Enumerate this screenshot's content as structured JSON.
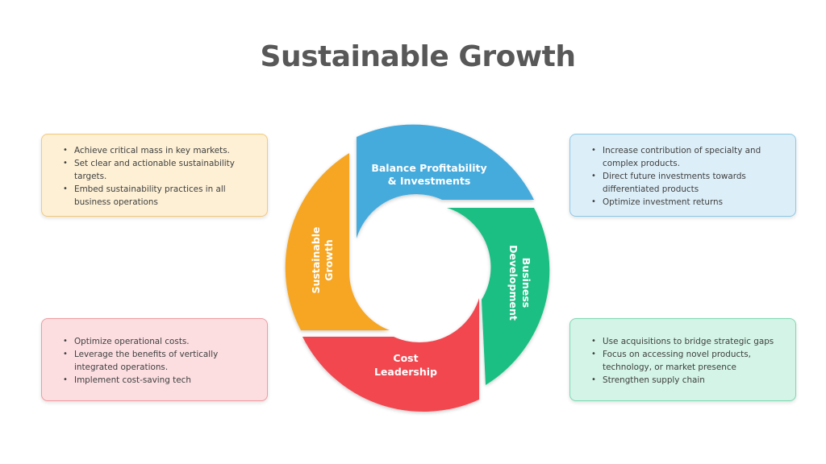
{
  "title": "Sustainable Growth",
  "colors": {
    "orange": "#F6A623",
    "blue": "#44ABDD",
    "green": "#1FBF83",
    "red": "#F2474F",
    "card_tl_bg": "#FDF0D5",
    "card_tl_border": "#F4C97A",
    "card_tr_bg": "#DCEEF8",
    "card_tr_border": "#8CC9E8",
    "card_bl_bg": "#FCDEE1",
    "card_bl_border": "#F19AA0",
    "card_br_bg": "#D3F4E6",
    "card_br_border": "#7FD9B3"
  },
  "segments": {
    "top": {
      "line1": "Balance Profitability",
      "line2": "& Investments"
    },
    "right": {
      "line1": "Business",
      "line2": "Development"
    },
    "bottom": {
      "line1": "Cost",
      "line2": "Leadership"
    },
    "left": {
      "line1": "Sustainable",
      "line2": "Growth"
    }
  },
  "cards": {
    "top_left": [
      "Achieve critical mass in key markets.",
      "Set clear and actionable sustainability targets.",
      "Embed sustainability practices in all business operations"
    ],
    "top_right": [
      "Increase contribution of specialty and complex products.",
      "Direct future investments towards differentiated products",
      "Optimize investment returns"
    ],
    "bottom_left": [
      "Optimize operational costs.",
      "Leverage the benefits of vertically integrated operations.",
      "Implement cost-saving tech"
    ],
    "bottom_right": [
      "Use acquisitions to bridge strategic gaps",
      "Focus on accessing novel products, technology, or market presence",
      "Strengthen supply chain"
    ]
  }
}
